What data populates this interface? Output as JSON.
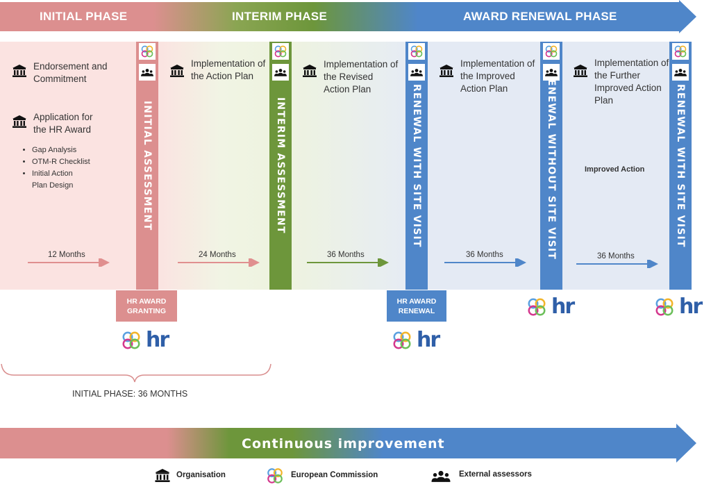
{
  "header": {
    "initial_phase": "INITIAL PHASE",
    "interim_phase": "INTERIM PHASE",
    "award_renewal_phase": "AWARD RENEWAL PHASE"
  },
  "colors": {
    "pink": "#dc8f8f",
    "green": "#6d963b",
    "blue": "#4f86c9"
  },
  "columns": {
    "col1": {
      "item1": "Endorsement and Commitment",
      "item2": "Application for the HR Award",
      "bullets": [
        "Gap Analysis",
        "OTM-R Checklist",
        "Initial Action Plan Design"
      ],
      "months": "12 Months"
    },
    "col2": {
      "text": "Implementation of the Action Plan",
      "months": "24 Months"
    },
    "col3": {
      "text": "Implementation of the Revised Action Plan",
      "months": "36 Months"
    },
    "col4": {
      "text": "Implementation of the Improved Action Plan",
      "months": "36 Months"
    },
    "col5": {
      "text": "Implementation of the Further Improved Action Plan",
      "note": "Improved Action",
      "months": "36 Months"
    }
  },
  "bars": {
    "b1": "INITIAL ASSESSMENT",
    "b2": "INTERIM ASSESSMENT",
    "b3": "RENEWAL WITH SITE VISIT",
    "b4": "RENEWAL WITHOUT SITE VISIT",
    "b5": "RENEWAL WITH SITE VISIT"
  },
  "tags": {
    "granting": "HR AWARD GRANTING",
    "renewal": "HR AWARD RENEWAL"
  },
  "logo_text": "hr",
  "brace_label": "INITIAL PHASE: 36 MONTHS",
  "bottom_arrow": "Continuous improvement",
  "legend": {
    "organisation": "Organisation",
    "commission": "European Commission",
    "assessors": "External assessors"
  }
}
